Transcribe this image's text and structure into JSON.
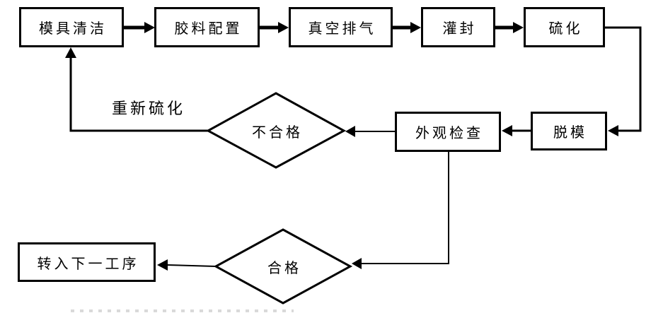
{
  "diagram": {
    "background": "#ffffff",
    "stroke_color": "#000000",
    "node_fill": "#ffffff",
    "nodes": {
      "mold_cleaning": {
        "label": "模具清洁",
        "shape": "rect"
      },
      "rubber_prep": {
        "label": "胶料配置",
        "shape": "rect"
      },
      "vacuum_degas": {
        "label": "真空排气",
        "shape": "rect"
      },
      "potting": {
        "label": "灌封",
        "shape": "rect"
      },
      "vulcanization": {
        "label": "硫化",
        "shape": "rect"
      },
      "demolding": {
        "label": "脱模",
        "shape": "rect"
      },
      "visual_inspection": {
        "label": "外观检查",
        "shape": "rect"
      },
      "unqualified": {
        "label": "不合格",
        "shape": "diamond"
      },
      "qualified": {
        "label": "合格",
        "shape": "diamond"
      },
      "next_process": {
        "label": "转入下一工序",
        "shape": "rect"
      }
    },
    "edge_labels": {
      "re_vulcanize": "重新硫化"
    },
    "flow": [
      "模具清洁 → 胶料配置 → 真空排气 → 灌封 → 硫化 → 脱模 → 外观检查",
      "外观检查 → 不合格 → (重新硫化) → 模具清洁",
      "外观检查 → 合格 → 转入下一工序"
    ]
  }
}
